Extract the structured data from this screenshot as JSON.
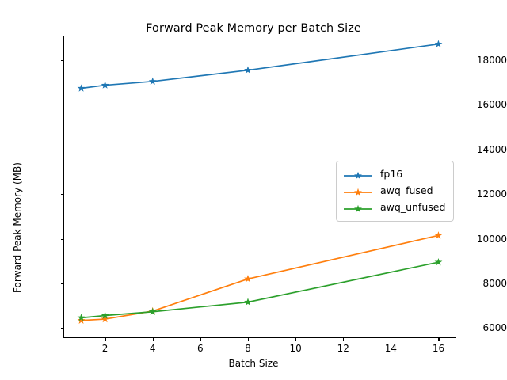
{
  "chart_data": {
    "type": "line",
    "title": "Forward Peak Memory per Batch Size",
    "xlabel": "Batch Size",
    "ylabel": "Forward Peak Memory (MB)",
    "x": [
      1,
      2,
      4,
      8,
      16
    ],
    "xlim": [
      0.25,
      16.75
    ],
    "ylim": [
      5550,
      19100
    ],
    "xticks": [
      2,
      4,
      6,
      8,
      10,
      12,
      14,
      16
    ],
    "xticklabels": [
      "2",
      "4",
      "6",
      "8",
      "10",
      "12",
      "14",
      "16"
    ],
    "yticks": [
      6000,
      8000,
      10000,
      12000,
      14000,
      16000,
      18000
    ],
    "yticklabels": [
      "6000",
      "8000",
      "10000",
      "12000",
      "14000",
      "16000",
      "18000"
    ],
    "grid": false,
    "legend_position": "center right",
    "marker": "star",
    "series": [
      {
        "name": "fp16",
        "color": "#1f77b4",
        "values": [
          16740,
          16880,
          17050,
          17550,
          18720
        ]
      },
      {
        "name": "awq_fused",
        "color": "#ff7f0e",
        "values": [
          6340,
          6400,
          6760,
          8200,
          10150
        ]
      },
      {
        "name": "awq_unfused",
        "color": "#2ca02c",
        "values": [
          6460,
          6560,
          6730,
          7160,
          8950
        ]
      }
    ]
  },
  "legend": {
    "entries": [
      {
        "label": "fp16"
      },
      {
        "label": "awq_fused"
      },
      {
        "label": "awq_unfused"
      }
    ]
  }
}
